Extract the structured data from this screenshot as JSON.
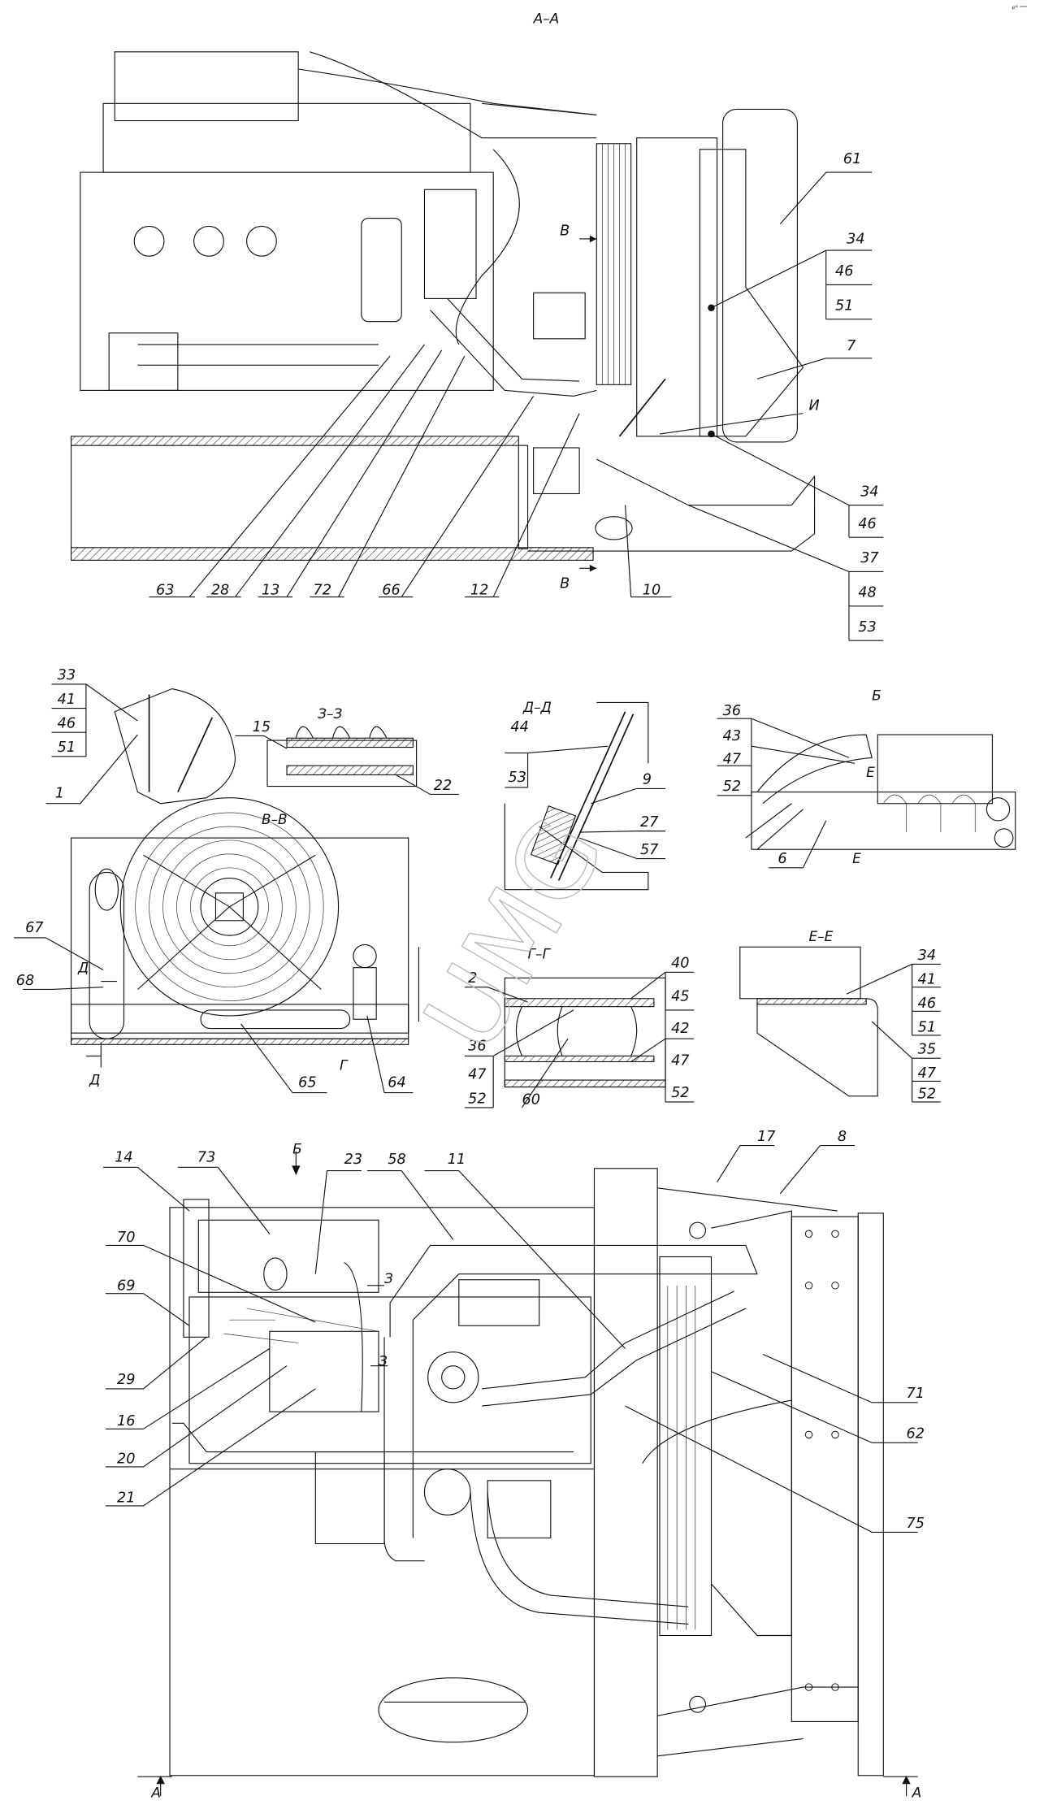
{
  "corner_mark": "ℯᴳ ᵒᵒᵒ",
  "watermark": "UMG",
  "section_aa": {
    "title": "А–А",
    "arrow_label": "В",
    "callouts": [
      "61",
      "34",
      "46",
      "51",
      "7",
      "И",
      "34",
      "46",
      "37",
      "48",
      "53",
      "63",
      "28",
      "13",
      "72",
      "66",
      "12",
      "10"
    ]
  },
  "detail_1": {
    "callouts": [
      "33",
      "41",
      "46",
      "51",
      "1"
    ]
  },
  "section_zz": {
    "title": "З–З",
    "callouts": [
      "15",
      "22"
    ]
  },
  "section_dd": {
    "title": "Д–Д",
    "callouts": [
      "44",
      "53",
      "9",
      "27",
      "57"
    ]
  },
  "view_b": {
    "title": "Б",
    "section_mark": "Е",
    "callouts": [
      "36",
      "43",
      "47",
      "52",
      "6"
    ]
  },
  "section_vv": {
    "title": "В–В",
    "section_mark_d": "Д",
    "section_mark_g": "Г",
    "callouts": [
      "67",
      "68",
      "65",
      "64"
    ]
  },
  "section_gg": {
    "title": "Г–Г",
    "callouts": [
      "2",
      "40",
      "45",
      "36",
      "47",
      "52",
      "60",
      "42",
      "47",
      "52"
    ]
  },
  "section_ee": {
    "title": "Е–Е",
    "callouts": [
      "34",
      "41",
      "46",
      "51",
      "35",
      "47",
      "52"
    ]
  },
  "main_view": {
    "view_arrow": "Б",
    "section_mark": "З",
    "section_a": "А",
    "callouts": [
      "14",
      "73",
      "23",
      "58",
      "11",
      "17",
      "8",
      "70",
      "69",
      "29",
      "16",
      "20",
      "21",
      "71",
      "62",
      "75"
    ]
  }
}
